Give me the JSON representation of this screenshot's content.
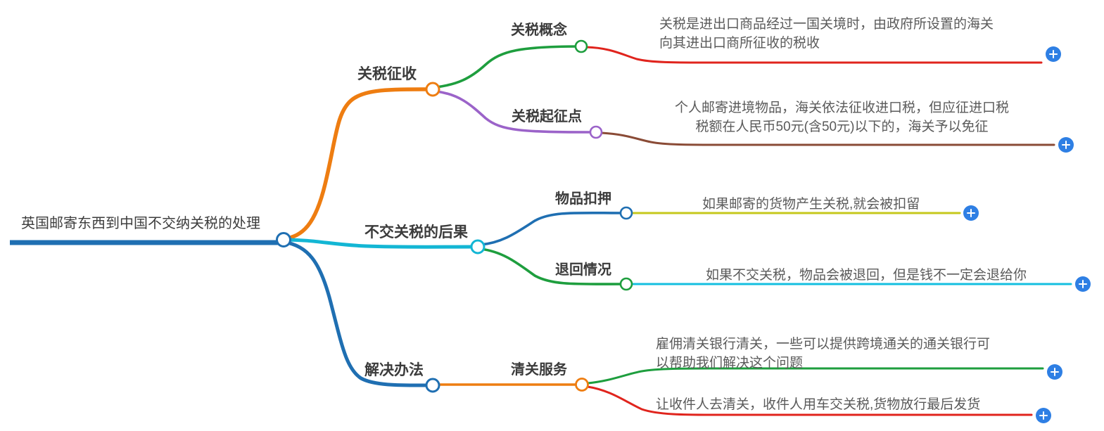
{
  "mindmap": {
    "root": {
      "label": "英国邮寄东西到中国不交纳关税的处理",
      "line_color": "#1f6fb2",
      "node_color": "#1f6fb2"
    },
    "branches": [
      {
        "label": "关税征收",
        "line_color": "#ee7d11",
        "node_color": "#ee7d11",
        "children": [
          {
            "label": "关税概念",
            "line_color": "#1e9e3e",
            "node_color": "#1e9e3e",
            "leaf_color": "#e0241d",
            "leaf_text": "关税是进出口商品经过一国关境时，由政府所设置的海关\n向其进出口商所征收的税收",
            "expand_label": "+"
          },
          {
            "label": "关税起征点",
            "line_color": "#9b63c9",
            "node_color": "#9b63c9",
            "leaf_color": "#8a4b36",
            "leaf_text": "个人邮寄进境物品，海关依法征收进口税，但应征进口税\n税额在人民币50元(含50元)以下的，海关予以免征",
            "expand_label": "+"
          }
        ]
      },
      {
        "label": "不交关税的后果",
        "line_color": "#13b6d4",
        "node_color": "#13b6d4",
        "children": [
          {
            "label": "物品扣押",
            "line_color": "#1f6fb2",
            "node_color": "#1f6fb2",
            "leaf_color": "#c6c81c",
            "leaf_text": "如果邮寄的货物产生关税,就会被扣留",
            "expand_label": "+"
          },
          {
            "label": "退回情况",
            "line_color": "#1e9e3e",
            "node_color": "#1e9e3e",
            "leaf_color": "#14bfe0",
            "leaf_text": "如果不交关税，物品会被退回，但是钱不一定会退给你",
            "expand_label": "+"
          }
        ]
      },
      {
        "label": "解决办法",
        "line_color": "#1f6fb2",
        "node_color": "#1f6fb2",
        "children": [
          {
            "label": "清关服务",
            "line_color": "#ee7d11",
            "node_color": "#ee7d11",
            "leaf_color": "#1e9e3e",
            "leaf_text": "雇佣清关银行清关，一些可以提供跨境通关的通关银行可\n以帮助我们解决这个问题",
            "expand_label": "+",
            "second_leaf_color": "#e0241d",
            "second_leaf_text": "让收件人去清关，收件人用车交关税,货物放行最后发货",
            "second_expand_label": "+"
          }
        ]
      }
    ]
  }
}
